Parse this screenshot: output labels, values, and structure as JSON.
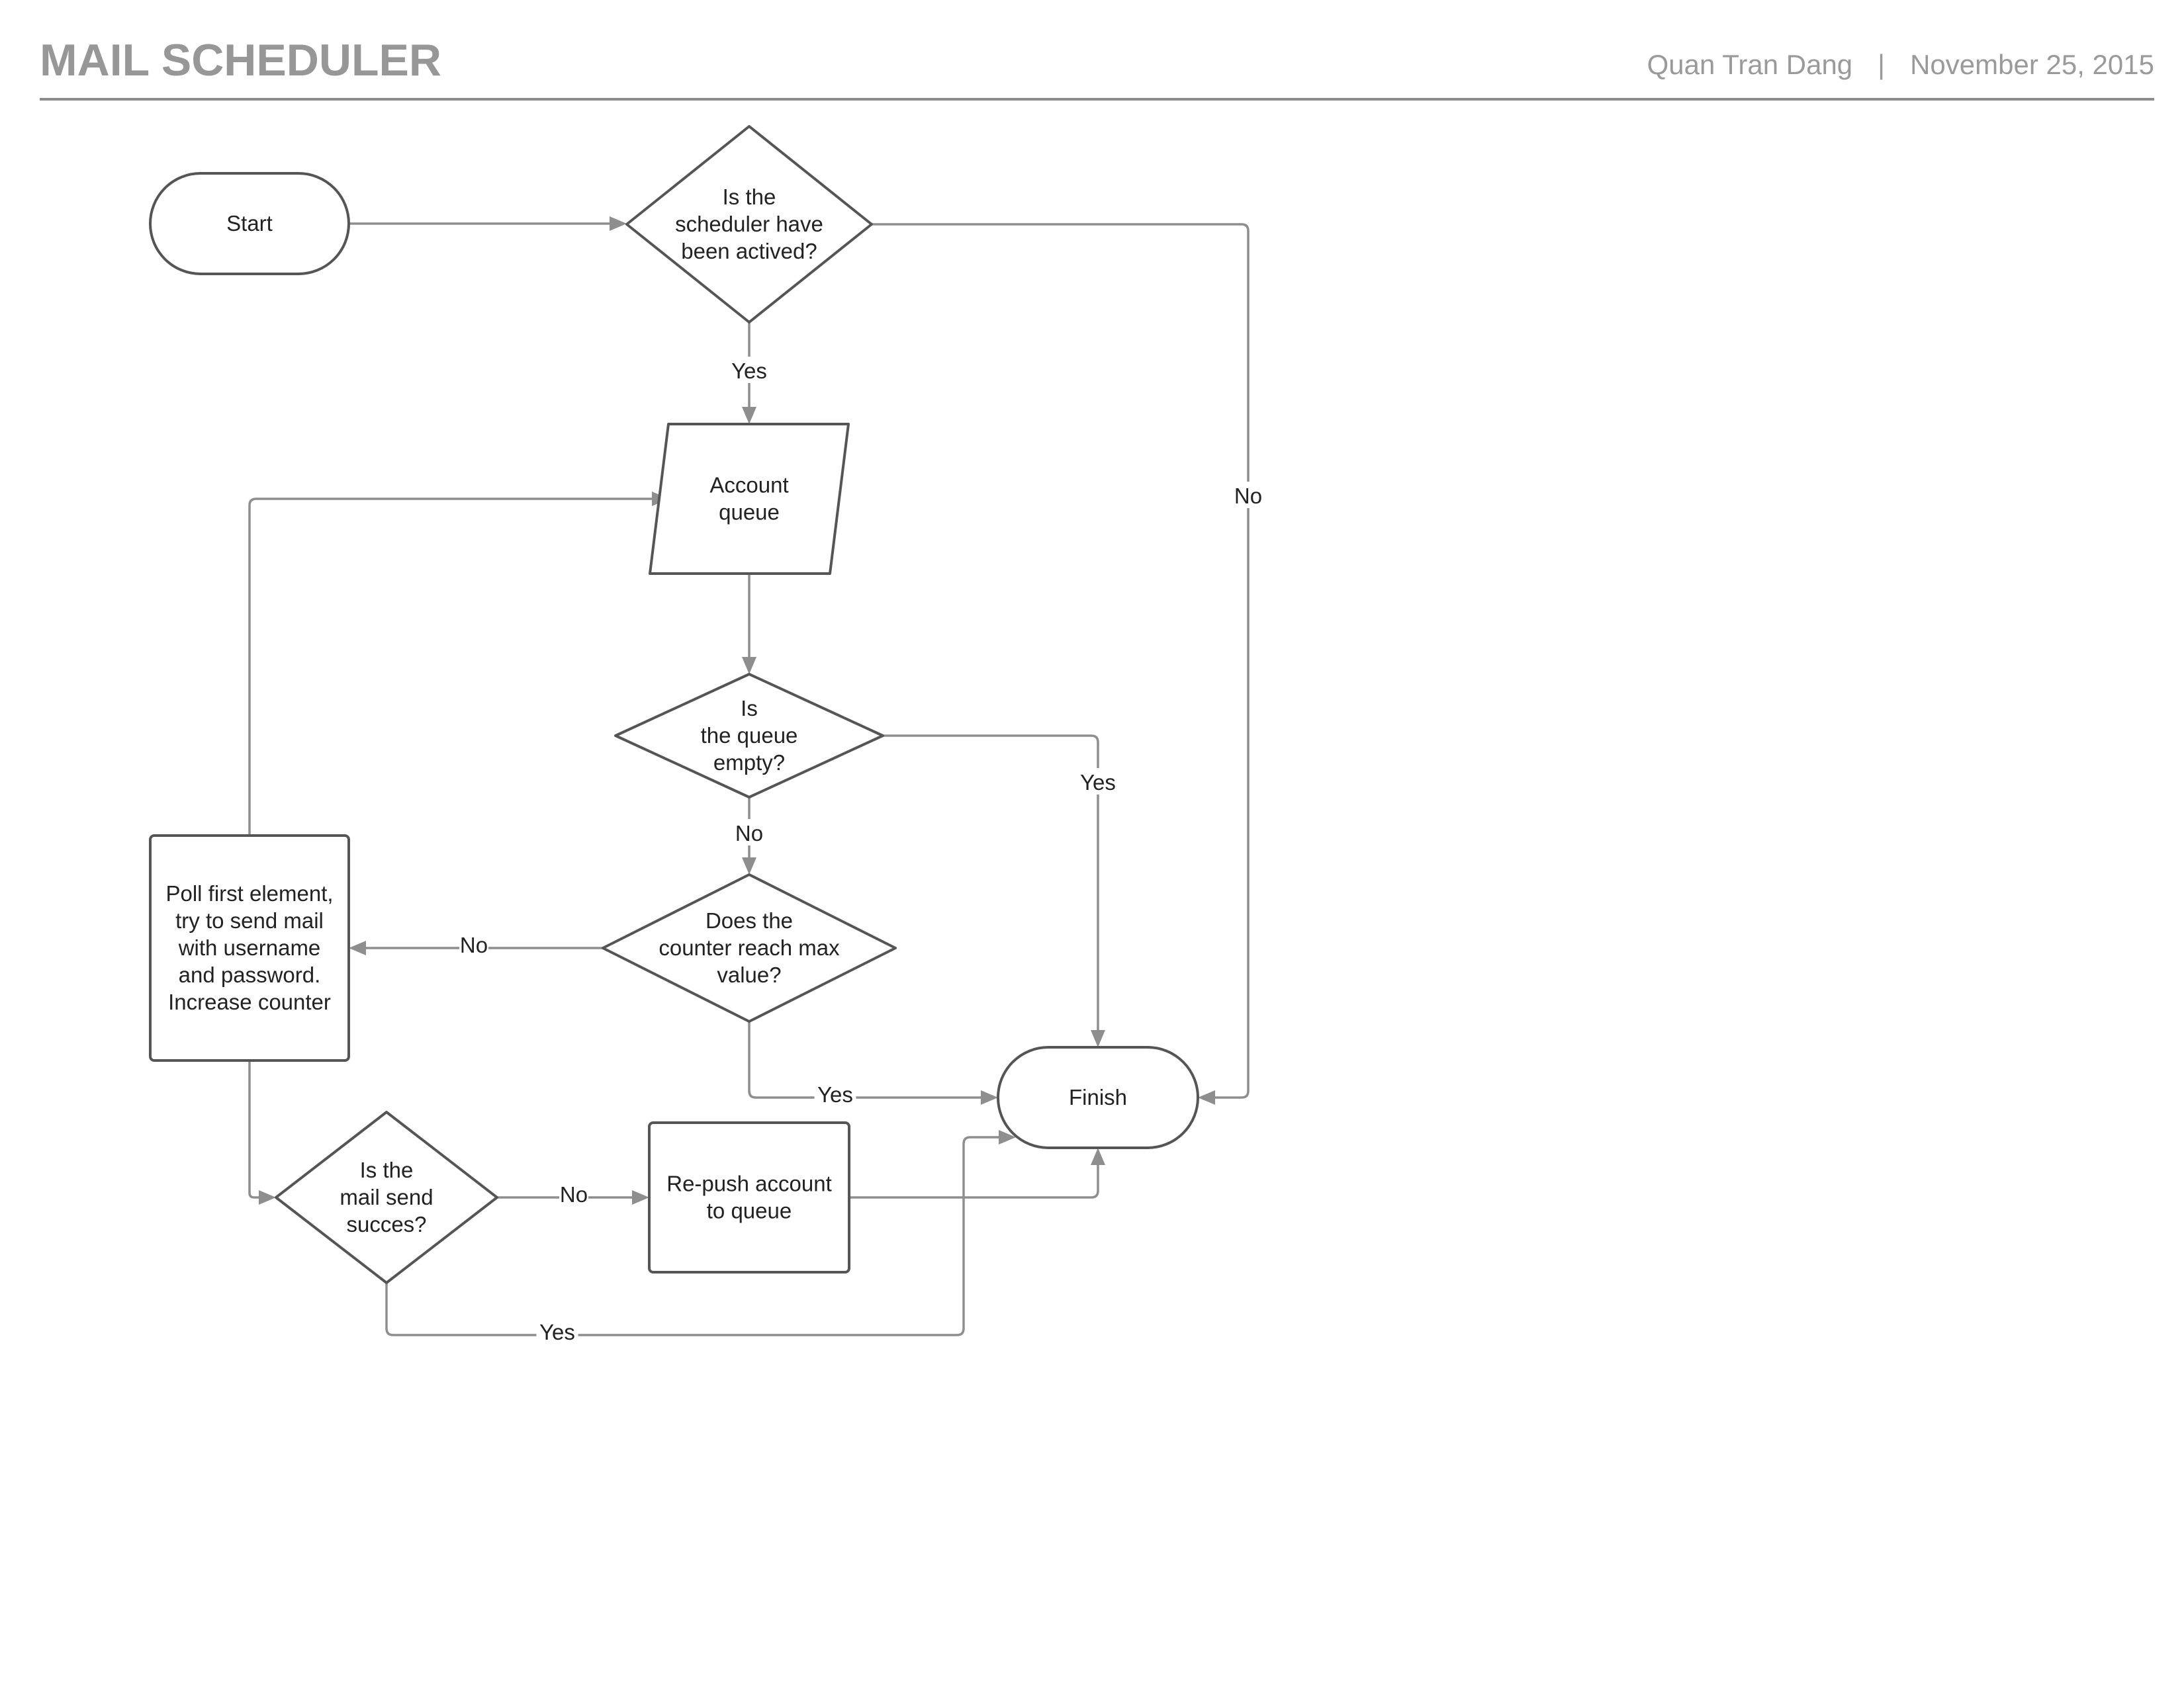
{
  "header": {
    "title": "MAIL SCHEDULER",
    "author": "Quan Tran Dang",
    "separator": "|",
    "date": "November 25, 2015"
  },
  "colors": {
    "title": "#979797",
    "shape_stroke": "#555555",
    "connector": "#8e8e8e",
    "text": "#222222"
  },
  "nodes": {
    "start": {
      "shape": "terminator",
      "lines": [
        "Start"
      ]
    },
    "is_active": {
      "shape": "decision",
      "lines": [
        "Is the",
        "scheduler have",
        "been actived?"
      ]
    },
    "account_queue": {
      "shape": "data",
      "lines": [
        "Account",
        "queue"
      ]
    },
    "queue_empty": {
      "shape": "decision",
      "lines": [
        "Is",
        "the queue",
        "empty?"
      ]
    },
    "counter_max": {
      "shape": "decision",
      "lines": [
        "Does the",
        "counter reach max",
        "value?"
      ]
    },
    "poll": {
      "shape": "process",
      "lines": [
        "Poll first element,",
        "try to send mail",
        "with username",
        "and password.",
        "Increase counter"
      ]
    },
    "finish": {
      "shape": "terminator",
      "lines": [
        "Finish"
      ]
    },
    "mail_success": {
      "shape": "decision",
      "lines": [
        "Is the",
        "mail send",
        "succes?"
      ]
    },
    "repush": {
      "shape": "process",
      "lines": [
        "Re-push account",
        "to queue"
      ]
    }
  },
  "edges": {
    "start_to_active": {
      "from": "start",
      "to": "is_active",
      "label": ""
    },
    "active_yes": {
      "from": "is_active",
      "to": "account_queue",
      "label": "Yes"
    },
    "active_no": {
      "from": "is_active",
      "to": "finish",
      "label": "No"
    },
    "queue_to_empty": {
      "from": "account_queue",
      "to": "queue_empty",
      "label": ""
    },
    "empty_yes": {
      "from": "queue_empty",
      "to": "finish",
      "label": "Yes"
    },
    "empty_no": {
      "from": "queue_empty",
      "to": "counter_max",
      "label": "No"
    },
    "counter_no": {
      "from": "counter_max",
      "to": "poll",
      "label": "No"
    },
    "counter_yes": {
      "from": "counter_max",
      "to": "finish",
      "label": "Yes"
    },
    "poll_to_queue": {
      "from": "poll",
      "to": "account_queue",
      "label": ""
    },
    "poll_to_success": {
      "from": "poll",
      "to": "mail_success",
      "label": ""
    },
    "success_no": {
      "from": "mail_success",
      "to": "repush",
      "label": "No"
    },
    "success_yes": {
      "from": "mail_success",
      "to": "finish",
      "label": "Yes"
    },
    "repush_to_finish": {
      "from": "repush",
      "to": "finish",
      "label": ""
    }
  }
}
